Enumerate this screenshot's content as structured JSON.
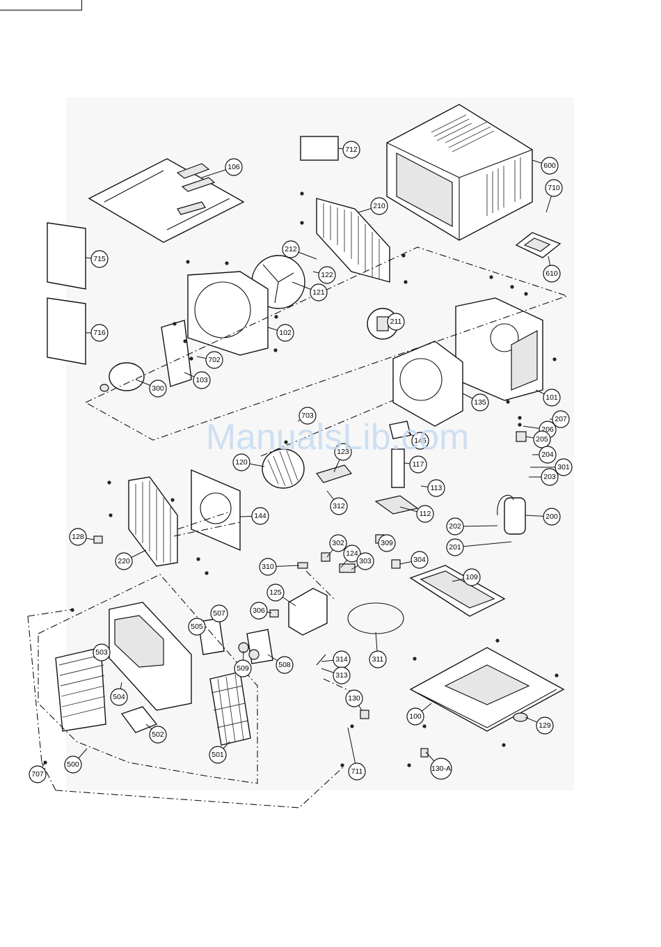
{
  "watermark": "ManualsLib.com",
  "part_numbers": [
    "106",
    "712",
    "600",
    "710",
    "610",
    "210",
    "212",
    "122",
    "121",
    "211",
    "715",
    "716",
    "102",
    "702",
    "103",
    "300",
    "101",
    "135",
    "207",
    "206",
    "205",
    "145",
    "703",
    "123",
    "117",
    "120",
    "204",
    "301",
    "203",
    "113",
    "312",
    "112",
    "200",
    "144",
    "202",
    "128",
    "201",
    "220",
    "302",
    "124",
    "303",
    "309",
    "304",
    "310",
    "125",
    "109",
    "306",
    "507",
    "505",
    "503",
    "509",
    "508",
    "314",
    "313",
    "311",
    "504",
    "502",
    "130",
    "100",
    "129",
    "501",
    "500",
    "707",
    "711",
    "130-A"
  ]
}
